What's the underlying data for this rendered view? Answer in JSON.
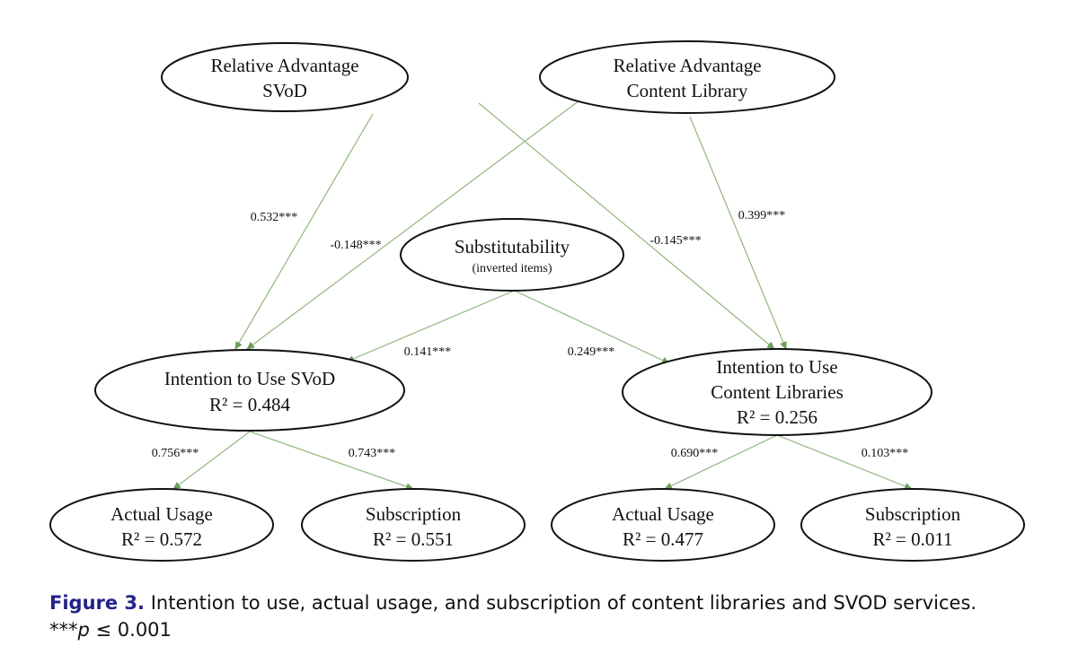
{
  "nodes": {
    "ra_svod": {
      "line1": "Relative Advantage",
      "line2": "SVoD"
    },
    "ra_content": {
      "line1": "Relative Advantage",
      "line2": "Content Library"
    },
    "substitutability": {
      "line1": "Substitutability",
      "line2": "(inverted items)"
    },
    "intention_svod": {
      "line1": "Intention to Use SVoD",
      "line2": "R² = 0.484"
    },
    "intention_cl": {
      "line1": "Intention to Use",
      "line2": "Content Libraries",
      "line3": "R² = 0.256"
    },
    "usage_svod": {
      "line1": "Actual Usage",
      "line2": "R² = 0.572"
    },
    "subscription_svod": {
      "line1": "Subscription",
      "line2": "R² = 0.551"
    },
    "usage_cl": {
      "line1": "Actual Usage",
      "line2": "R² = 0.477"
    },
    "subscription_cl": {
      "line1": "Subscription",
      "line2": "R² = 0.011"
    }
  },
  "edges": {
    "ra_svod_to_int_svod": "0.532***",
    "ra_content_to_int_svod": "-0.148***",
    "ra_svod_to_int_cl": "-0.145***",
    "ra_content_to_int_cl": "0.399***",
    "subst_to_int_svod": "0.141***",
    "subst_to_int_cl": "0.249***",
    "int_svod_to_usage": "0.756***",
    "int_svod_to_subscription": "0.743***",
    "int_cl_to_usage": "0.690***",
    "int_cl_to_subscription": "0.103***"
  },
  "colors": {
    "edge": "#8fb77f",
    "caption_label": "#23238a"
  },
  "caption": {
    "label": "Figure 3.",
    "text": " Intention to use, actual usage, and subscription of content libraries and SVOD services.",
    "note_stars": "***",
    "note_p": "p",
    "note_rest": " ≤ 0.001"
  }
}
